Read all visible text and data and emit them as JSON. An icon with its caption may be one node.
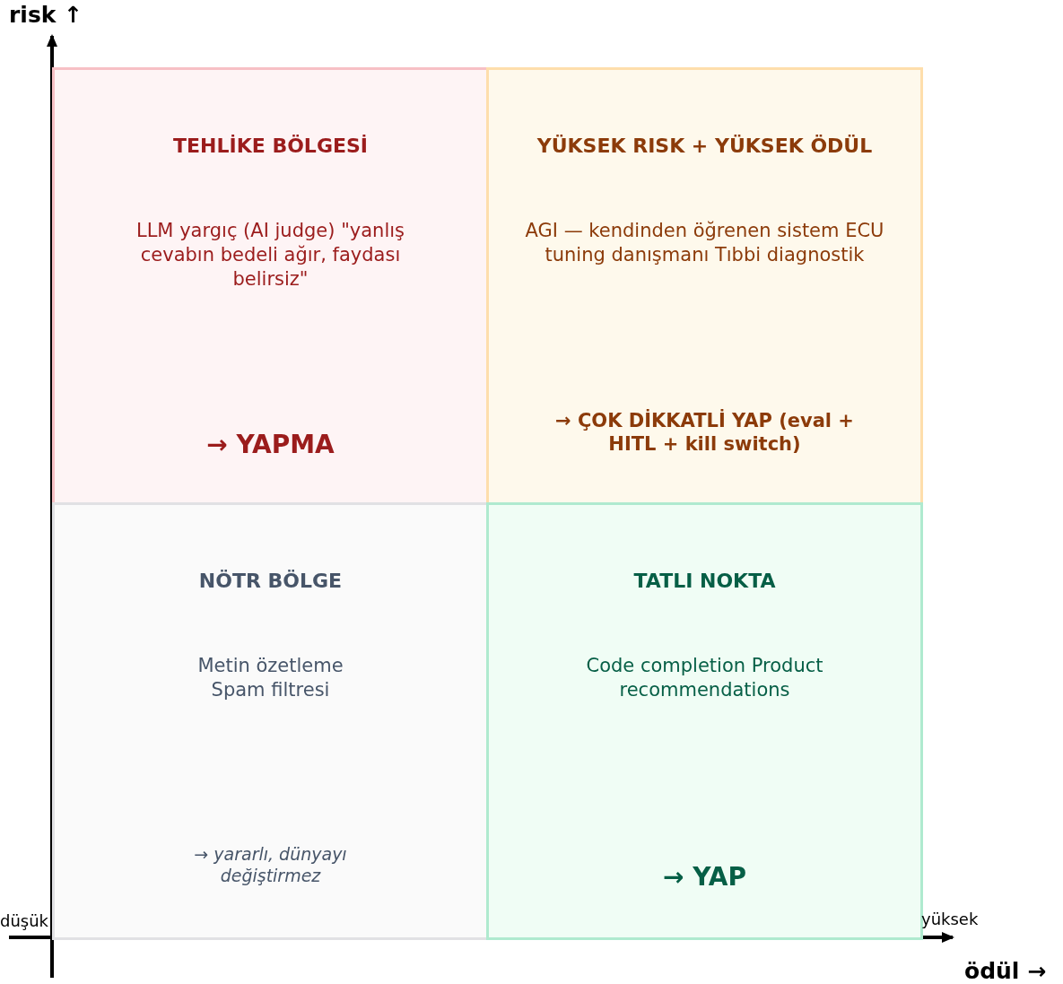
{
  "diagram": {
    "nodes": [
      {
        "text": [
          "TEHLİKE BÖLGESİ",
          "LLM yargıç (AI judge) \"yanlış cevabın bedeli ağır, faydası belirsiz\"",
          "→ YAPMA"
        ]
      },
      {
        "text": [
          "YÜKSEK RISK + YÜKSEK ÖDÜL",
          "AGI — kendinden öğrenen sistem ECU tuning danışmanı Tıbbi diagnostik",
          "→ ÇOK DİKKATLİ YAP (eval + HITL + kill switch)"
        ]
      },
      {
        "text": [
          "NÖTR BÖLGE",
          "Metin özetleme Spam filtresi",
          "→ yararlı, dünyayı değiştirmez"
        ]
      },
      {
        "text": [
          "TATLI NOKTA",
          "Code completion Product recommendations",
          "→ YAP"
        ]
      }
    ],
    "edges": [],
    "labels": [
      "risk ↑",
      "düşük",
      "yüksek",
      "ödül →"
    ]
  }
}
